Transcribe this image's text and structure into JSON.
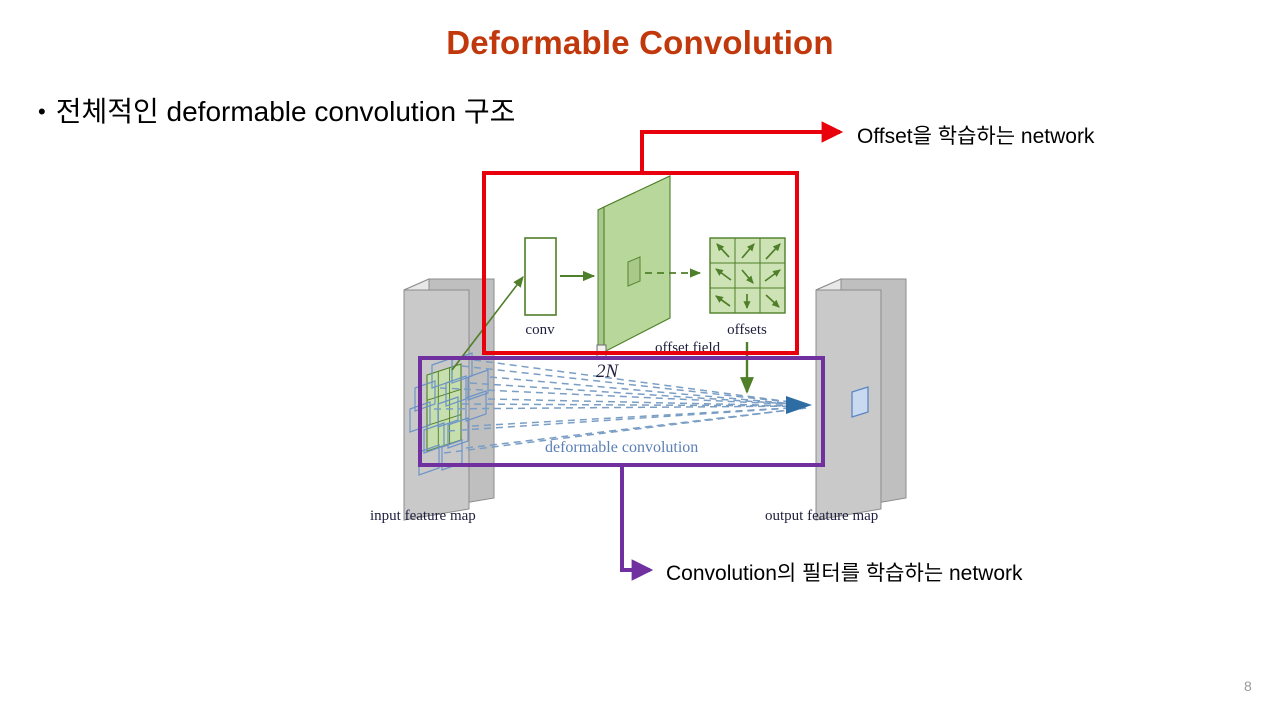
{
  "slide": {
    "title": "Deformable Convolution",
    "title_color": "#c0380c",
    "page_number": "8",
    "background": "#ffffff"
  },
  "bullet": {
    "marker": "•",
    "text": "전체적인 deformable convolution 구조"
  },
  "annotations": [
    {
      "id": "offset-network",
      "text": "Offset을 학습하는 network",
      "color": "#e8000d",
      "connector": "red-elbow-arrow-right"
    },
    {
      "id": "conv-filter-network",
      "text": "Convolution의 필터를 학습하는 network",
      "color": "#7030a0",
      "connector": "purple-elbow-arrow-right"
    }
  ],
  "highlight_boxes": [
    {
      "id": "offset-branch-box",
      "color": "#e8000d"
    },
    {
      "id": "deformable-conv-box",
      "color": "#7030a0"
    }
  ],
  "figure": {
    "name": "deformable-convolution-architecture",
    "labels": {
      "conv": "conv",
      "offset_field": "offset field",
      "offsets": "offsets",
      "channels": "2N",
      "deformable_convolution": "deformable convolution",
      "input_feature_map": "input feature map",
      "output_feature_map": "output feature map"
    },
    "colors": {
      "green": "#4f7f28",
      "green_fill": "#b8d79a",
      "green_fill_light": "#cde3b6",
      "gray_face": "#bfbfbf",
      "gray_top": "#e2e2e2",
      "gray_side": "#d6d6d6",
      "blue_dash": "#7b9ec4",
      "blue_arrow": "#2e6da4",
      "blue_quad": "#c9d9f0",
      "label_dark": "#1f1f3d"
    },
    "offsets_grid": {
      "rows": 3,
      "cols": 3,
      "arrow_directions": [
        [
          "up-left",
          "up-right",
          "up-right"
        ],
        [
          "up-left",
          "down-right",
          "up-right"
        ],
        [
          "down-left",
          "down",
          "down-right"
        ]
      ]
    }
  }
}
